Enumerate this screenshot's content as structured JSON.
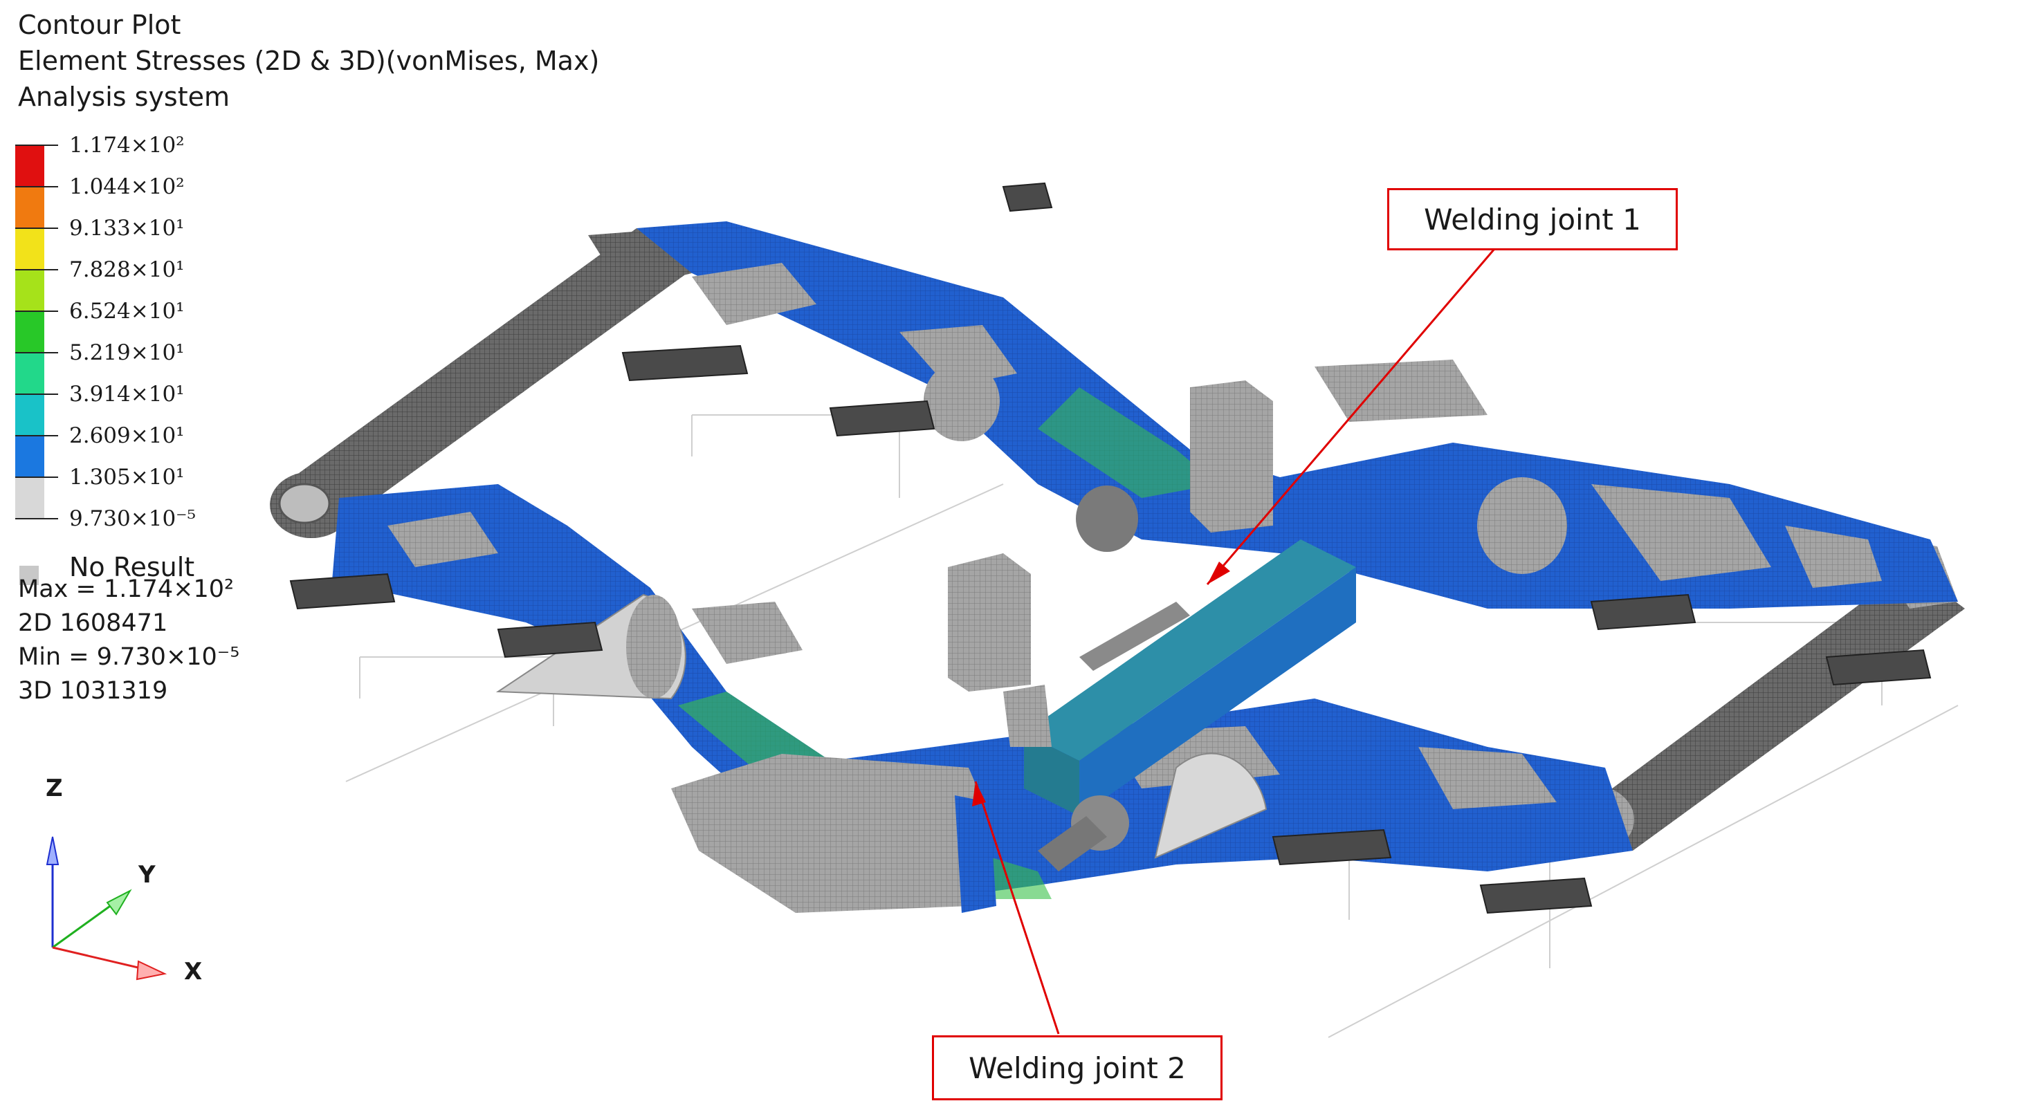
{
  "header": {
    "line1": "Contour Plot",
    "line2": "Element Stresses (2D & 3D)(vonMises, Max)",
    "line3": "Analysis system"
  },
  "legend": {
    "ticks": [
      "1.174×10²",
      "1.044×10²",
      "9.133×10¹",
      "7.828×10¹",
      "6.524×10¹",
      "5.219×10¹",
      "3.914×10¹",
      "2.609×10¹",
      "1.305×10¹",
      "9.730×10⁻⁵"
    ],
    "colors": [
      "#e01010",
      "#f07a10",
      "#f2e21a",
      "#a6e21a",
      "#28c828",
      "#22d88a",
      "#19c2c8",
      "#1b78e0",
      "#d8d8d8"
    ],
    "no_result": "No Result",
    "no_result_color": "#c8c8c8"
  },
  "stats": {
    "max_label": "Max =",
    "max_value": "1.174×10²",
    "count_2d": "2D 1608471",
    "min_label": "Min =",
    "min_value": "9.730×10⁻⁵",
    "count_3d": "3D 1031319"
  },
  "axes": {
    "z": "Z",
    "y": "Y",
    "x": "X"
  },
  "callouts": {
    "joint1": "Welding joint 1",
    "joint2": "Welding joint 2"
  },
  "colors": {
    "callout_border": "#e00000",
    "mesh_blue": "#1f5fd0",
    "mesh_grey": "#9a9a9a",
    "mesh_green": "#39c24a"
  }
}
